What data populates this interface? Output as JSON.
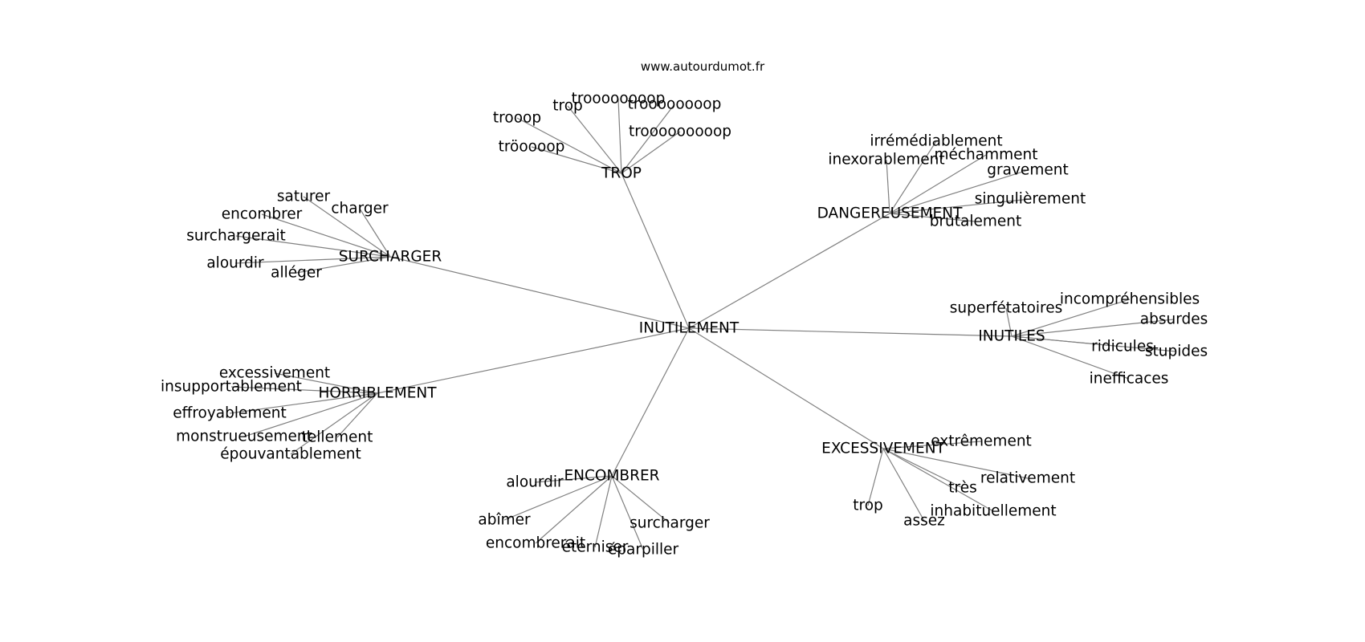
{
  "source_label": "www.autourdumot.fr",
  "colors": {
    "edge": "#808080",
    "text": "#000000",
    "background": "#ffffff"
  },
  "graph": {
    "center": "INUTILEMENT",
    "clusters": [
      {
        "label": "TROP",
        "words": [
          "troooooooop",
          "trop",
          "trooop",
          "troooooooop",
          "tröoooop",
          "trooooooooop"
        ]
      },
      {
        "label": "DANGEREUSEMENT",
        "words": [
          "irrémédiablement",
          "inexorablement",
          "méchamment",
          "gravement",
          "singulièrement",
          "brutalement"
        ]
      },
      {
        "label": "SURCHARGER",
        "words": [
          "saturer",
          "charger",
          "encombrer",
          "surchargerait",
          "alourdir",
          "alléger"
        ]
      },
      {
        "label": "INUTILES",
        "words": [
          "superfétatoires",
          "incompréhensibles",
          "absurdes",
          "ridicules",
          "stupides",
          "inefficaces"
        ]
      },
      {
        "label": "HORRIBLEMENT",
        "words": [
          "excessivement",
          "insupportablement",
          "effroyablement",
          "monstrueusement",
          "tellement",
          "épouvantablement"
        ]
      },
      {
        "label": "ENCOMBRER",
        "words": [
          "alourdir",
          "abîmer",
          "encombrerait",
          "éterniser",
          "éparpiller",
          "surcharger"
        ]
      },
      {
        "label": "EXCESSIVEMENT",
        "words": [
          "extrêmement",
          "relativement",
          "très",
          "inhabituellement",
          "assez",
          "trop"
        ]
      }
    ]
  }
}
